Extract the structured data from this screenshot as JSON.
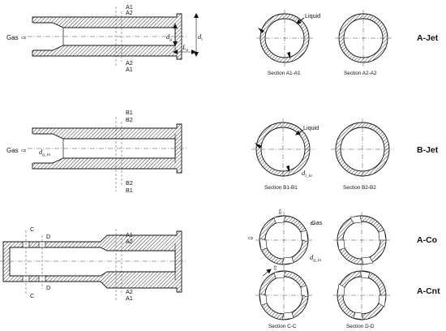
{
  "diagram": {
    "inlet_label": "Gas",
    "liquid_label": "Liquid",
    "injector_names": [
      "A-Jet",
      "B-Jet",
      "A-Co",
      "A-Cnt"
    ],
    "section_marks": {
      "a1": "A1",
      "a2": "A2",
      "b1": "B1",
      "b2": "B2",
      "c": "C",
      "d": "D"
    },
    "dimensions": {
      "dg": "d",
      "dg_sub": "g",
      "di": "d",
      "di_sub": "i",
      "Le": "L",
      "Le_sub": "e",
      "dgin": "d",
      "dgin_sub": "g_in",
      "dlin": "d",
      "dlin_sub": "l_in"
    },
    "section_captions": {
      "a1": "Section A1-A1",
      "a2": "Section A2-A2",
      "b1": "Section B1-B1",
      "b2": "Section B2-B2",
      "cc": "Section C-C",
      "dd": "Section D-D"
    }
  }
}
